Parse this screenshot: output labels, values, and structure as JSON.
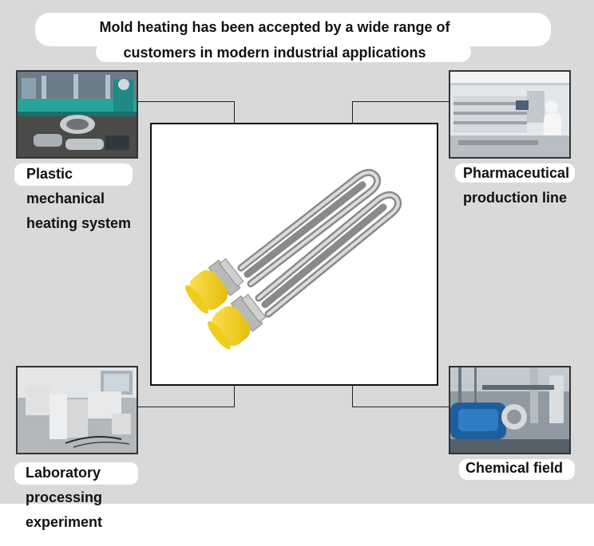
{
  "header": {
    "line1": "Mold heating has been accepted by a wide range of",
    "line2": "customers in modern industrial applications"
  },
  "labels": {
    "top_left": [
      "Plastic",
      "mechanical",
      "heating system"
    ],
    "top_right": [
      "Pharmaceutical",
      "production line"
    ],
    "bottom_left": [
      "Laboratory",
      "processing",
      "experiment"
    ],
    "bottom_right": [
      "Chemical field"
    ]
  },
  "colors": {
    "background": "#d9d9d9",
    "heater_cap": "#f5d21a",
    "tube": "#b8b8b8"
  }
}
